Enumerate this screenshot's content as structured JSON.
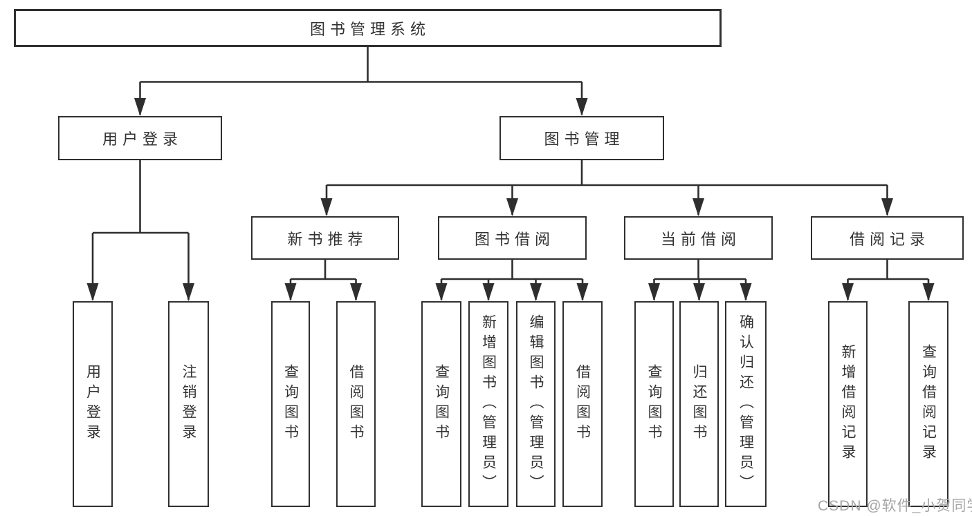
{
  "diagram": {
    "title": "图书管理系统",
    "type": "hierarchy-tree",
    "tree": {
      "label": "图书管理系统",
      "children": [
        {
          "label": "用户登录",
          "children": [
            {
              "label": "用户登录"
            },
            {
              "label": "注销登录"
            }
          ]
        },
        {
          "label": "图书管理",
          "children": [
            {
              "label": "新书推荐",
              "children": [
                {
                  "label": "查询图书"
                },
                {
                  "label": "借阅图书"
                }
              ]
            },
            {
              "label": "图书借阅",
              "children": [
                {
                  "label": "查询图书"
                },
                {
                  "label": "新增图书（管理员）"
                },
                {
                  "label": "编辑图书（管理员）"
                },
                {
                  "label": "借阅图书"
                }
              ]
            },
            {
              "label": "当前借阅",
              "children": [
                {
                  "label": "查询图书"
                },
                {
                  "label": "归还图书"
                },
                {
                  "label": "确认归还（管理员）"
                }
              ]
            },
            {
              "label": "借阅记录",
              "children": [
                {
                  "label": "新增借阅记录"
                },
                {
                  "label": "查询借阅记录"
                }
              ]
            }
          ]
        }
      ]
    }
  },
  "watermark": {
    "text": "CSDN @软件_小贺同学"
  },
  "colors": {
    "background": "#ffffff",
    "line": "#2e2e2e",
    "box_border": "#303030",
    "text": "#333333",
    "watermark": "#a6a6a6"
  }
}
